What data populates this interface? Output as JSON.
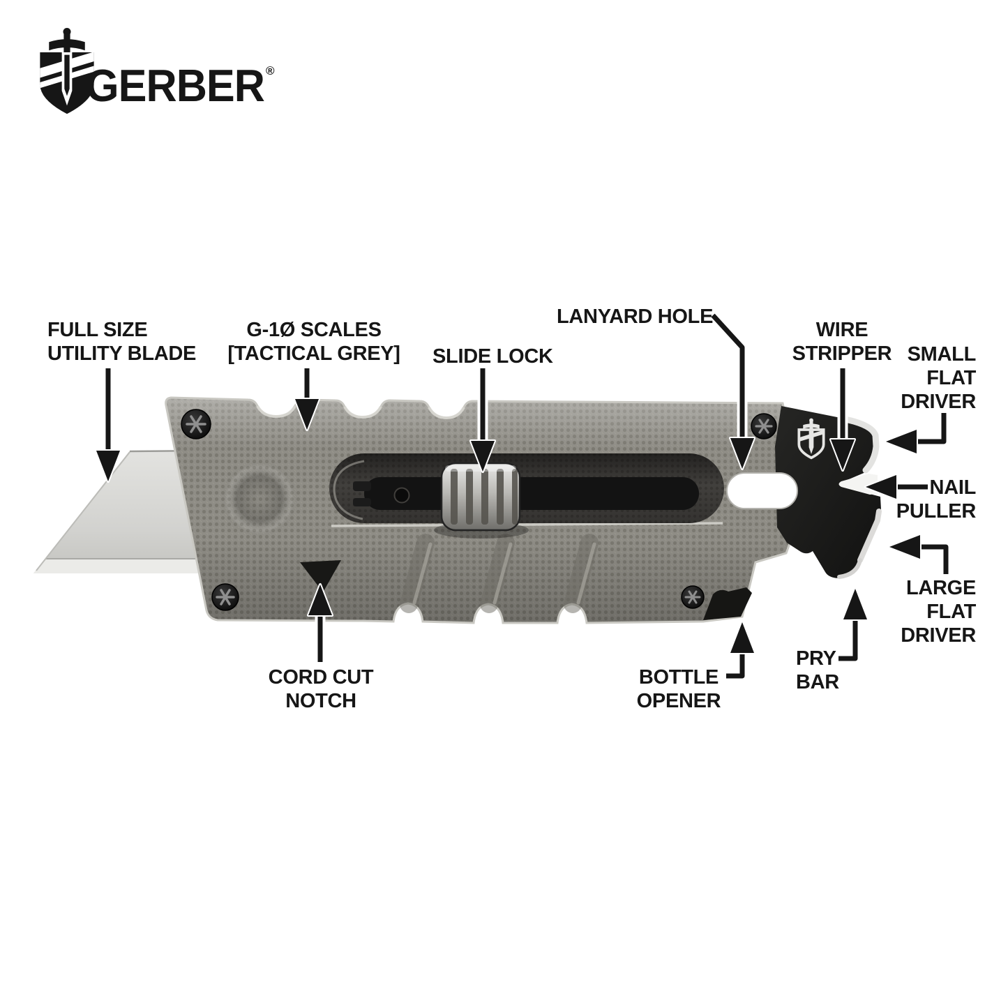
{
  "logo": {
    "brand": "GERBER",
    "registered": "®"
  },
  "labels": {
    "full_size_utility_blade": {
      "line1": "FULL SIZE",
      "line2": "UTILITY BLADE"
    },
    "g10_scales": {
      "line1": "G-1Ø SCALES",
      "line2": "[TACTICAL GREY]"
    },
    "slide_lock": {
      "line1": "SLIDE LOCK"
    },
    "lanyard_hole": {
      "line1": "LANYARD HOLE"
    },
    "wire_stripper": {
      "line1": "WIRE",
      "line2": "STRIPPER"
    },
    "small_flat_driver": {
      "line1": "SMALL",
      "line2": "FLAT",
      "line3": "DRIVER"
    },
    "nail_puller": {
      "line1": "NAIL",
      "line2": "PULLER"
    },
    "large_flat_driver": {
      "line1": "LARGE",
      "line2": "FLAT",
      "line3": "DRIVER"
    },
    "pry_bar": {
      "line1": "PRY",
      "line2": "BAR"
    },
    "bottle_opener": {
      "line1": "BOTTLE",
      "line2": "OPENER"
    },
    "cord_cut_notch": {
      "line1": "CORD CUT",
      "line2": "NOTCH"
    }
  },
  "colors": {
    "background": "#ffffff",
    "text": "#161616",
    "handle_grey": "#908e88",
    "tip_black": "#1b1b1a",
    "blade_silver": "#d7d7d4"
  }
}
